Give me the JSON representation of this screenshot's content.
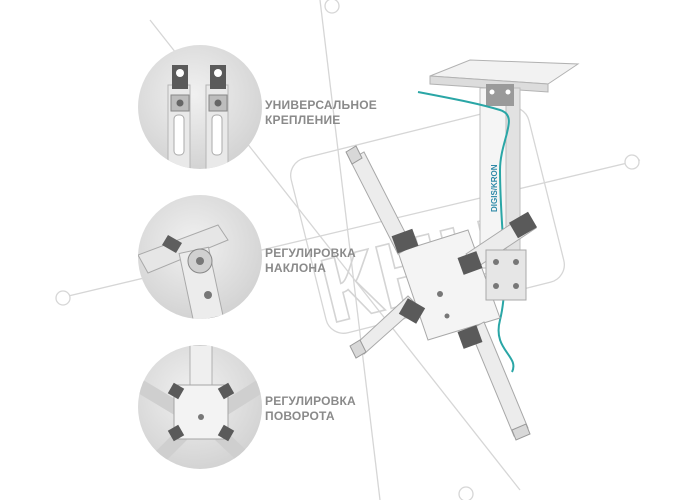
{
  "features": [
    {
      "line1": "УНИВЕРСАЛЬНОЕ",
      "line2": "КРЕПЛЕНИЕ"
    },
    {
      "line1": "РЕГУЛИРОВКА",
      "line2": "НАКЛОНА"
    },
    {
      "line1": "РЕГУЛИРОВКА",
      "line2": "ПОВОРОТА"
    }
  ],
  "watermark": {
    "text": "КНЦ"
  },
  "product": {
    "brand_text": "DIGIS/KRON"
  },
  "colors": {
    "label_gray": "#8a8a8a",
    "cable_teal": "#2aa6a6",
    "watermark_gray": "#d0d0d0"
  }
}
